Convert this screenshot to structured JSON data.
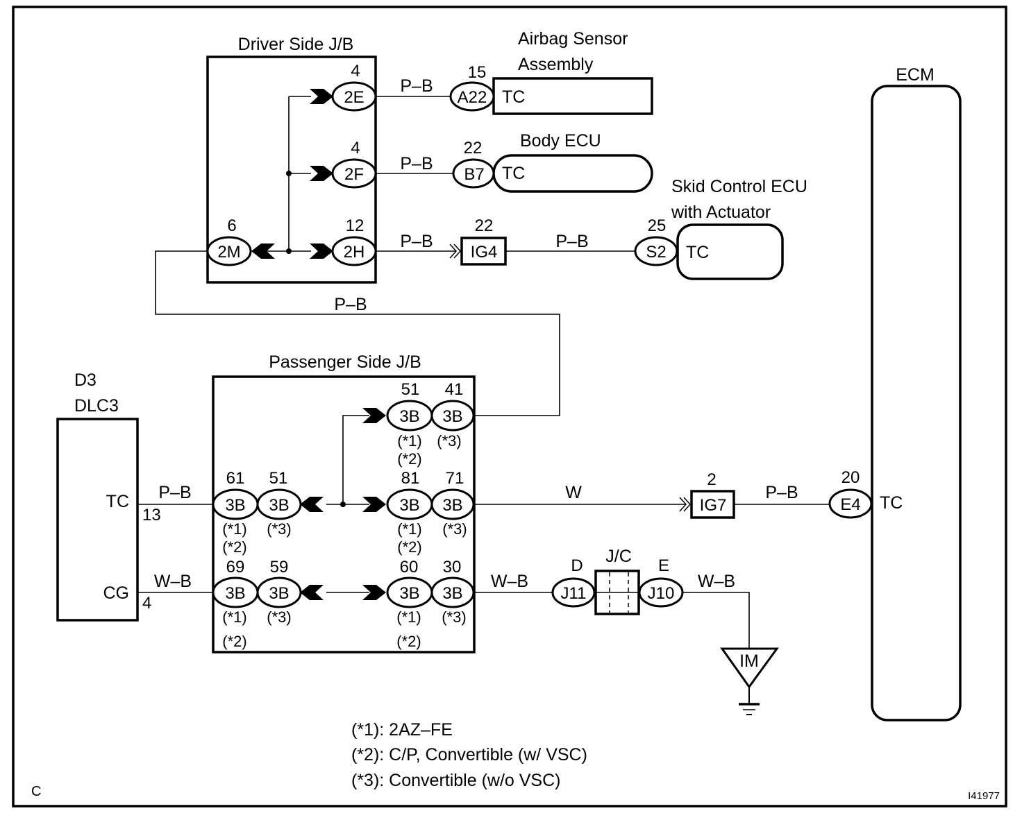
{
  "diagram": {
    "figure_id": "I41977",
    "corner_label": "C",
    "components": {
      "driver_jb": {
        "title": "Driver Side J/B"
      },
      "passenger_jb": {
        "title": "Passenger Side J/B"
      },
      "airbag": {
        "title_line1": "Airbag Sensor",
        "title_line2": "Assembly",
        "terminal": "TC"
      },
      "body_ecu": {
        "title": "Body ECU",
        "terminal": "TC"
      },
      "skid_ecu": {
        "title_line1": "Skid Control ECU",
        "title_line2": "with Actuator",
        "terminal": "TC"
      },
      "ecm": {
        "title": "ECM",
        "terminal": "TC"
      },
      "dlc3": {
        "title_line1": "D3",
        "title_line2": "DLC3",
        "terminal_tc": "TC",
        "terminal_cg": "CG",
        "pin_tc": "13",
        "pin_cg": "4"
      },
      "jc": {
        "title": "J/C",
        "left_pin": "D",
        "right_pin": "E"
      },
      "ground": {
        "label": "IM"
      }
    },
    "connectors": {
      "c2E": {
        "id": "2E",
        "pin": "4"
      },
      "c2F": {
        "id": "2F",
        "pin": "4"
      },
      "c2H": {
        "id": "2H",
        "pin": "12"
      },
      "c2M": {
        "id": "2M",
        "pin": "6"
      },
      "A22": {
        "id": "A22",
        "pin": "15"
      },
      "B7": {
        "id": "B7",
        "pin": "22"
      },
      "IG4": {
        "id": "IG4",
        "pin": "22"
      },
      "S2": {
        "id": "S2",
        "pin": "25"
      },
      "IG7": {
        "id": "IG7",
        "pin": "2"
      },
      "E4": {
        "id": "E4",
        "pin": "20"
      },
      "J11": {
        "id": "J11"
      },
      "J10": {
        "id": "J10"
      },
      "p3B_51a": {
        "id": "3B",
        "pin": "51",
        "note1": "(*1)",
        "note2": "(*2)"
      },
      "p3B_41": {
        "id": "3B",
        "pin": "41",
        "note1": "(*3)"
      },
      "p3B_61": {
        "id": "3B",
        "pin": "61",
        "note1": "(*1)",
        "note2": "(*2)"
      },
      "p3B_51b": {
        "id": "3B",
        "pin": "51",
        "note1": "(*3)"
      },
      "p3B_81": {
        "id": "3B",
        "pin": "81",
        "note1": "(*1)",
        "note2": "(*2)"
      },
      "p3B_71": {
        "id": "3B",
        "pin": "71",
        "note1": "(*3)"
      },
      "p3B_69": {
        "id": "3B",
        "pin": "69",
        "note1": "(*1)",
        "note2": "(*2)"
      },
      "p3B_59": {
        "id": "3B",
        "pin": "59",
        "note1": "(*3)"
      },
      "p3B_60": {
        "id": "3B",
        "pin": "60",
        "note1": "(*1)",
        "note2": "(*2)"
      },
      "p3B_30": {
        "id": "3B",
        "pin": "30",
        "note1": "(*3)"
      }
    },
    "wires": {
      "w_2E_A22": "P–B",
      "w_2F_B7": "P–B",
      "w_2H_IG4": "P–B",
      "w_IG4_S2": "P–B",
      "w_2M_3B41": "P–B",
      "w_dlc_tc": "P–B",
      "w_dlc_cg": "W–B",
      "w_3B71_IG7": "W",
      "w_IG7_E4": "P–B",
      "w_3B30_J11": "W–B",
      "w_J10_gnd": "W–B"
    },
    "legend": [
      "(*1): 2AZ–FE",
      "(*2): C/P, Convertible (w/ VSC)",
      "(*3): Convertible (w/o VSC)"
    ]
  }
}
